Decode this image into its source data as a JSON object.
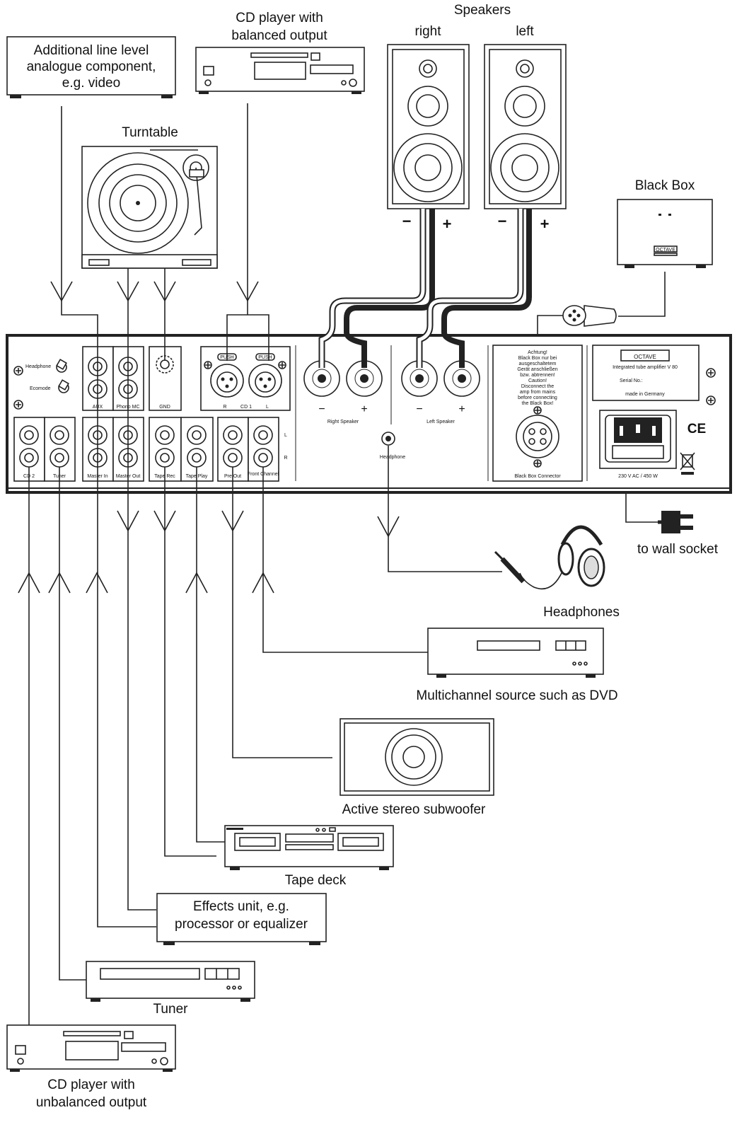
{
  "devices": {
    "line_level": [
      "Additional line level",
      "analogue component,",
      "e.g. video"
    ],
    "cd_balanced": [
      "CD player with",
      "balanced output"
    ],
    "speakers_title": "Speakers",
    "speaker_right": "right",
    "speaker_left": "left",
    "turntable": "Turntable",
    "black_box": "Black Box",
    "wall_socket": "to wall socket",
    "headphones": "Headphones",
    "multichannel": "Multichannel source such as DVD",
    "subwoofer": "Active stereo subwoofer",
    "tape_deck": "Tape deck",
    "effects": [
      "Effects unit, e.g.",
      "processor or equalizer"
    ],
    "tuner": "Tuner",
    "cd_unbalanced": [
      "CD player with",
      "unbalanced output"
    ]
  },
  "panel": {
    "headphone_switch": "Headphone",
    "ecomode_switch": "Ecomode",
    "aux": "AUX",
    "phono_mc": "Phono MC",
    "gnd": "GND",
    "r": "R",
    "cd1": "CD 1",
    "l": "L",
    "push": "PUSH",
    "minus": "−",
    "plus": "+",
    "right_speaker": "Right Speaker",
    "left_speaker": "Left Speaker",
    "headphone_jack": "Headphone",
    "warning": [
      "Achtung!",
      "Black Box nur bei",
      "ausgeschaltetem",
      "Gerät anschließen",
      "bzw. abtrennen!",
      "Caution!",
      "Disconnect the",
      "amp from mains",
      "before connecting",
      "the Black Box!"
    ],
    "black_box_connector": "Black Box Connector",
    "brand": "OCTAVE",
    "model": "Integrated tube amplifier V 80",
    "serial": "Serial No.:",
    "made_in": "made in Germany",
    "ce": "CE",
    "power_rating": "230 V AC / 450 W",
    "row_l": "L",
    "row_r": "R",
    "bottom_labels": [
      "CD 2",
      "Tuner",
      "Master In",
      "Master Out",
      "Tape Rec",
      "Tape Play",
      "Pre Out",
      "Front Channel"
    ]
  },
  "speaker_terminals": {
    "minus": "−",
    "plus": "+"
  }
}
